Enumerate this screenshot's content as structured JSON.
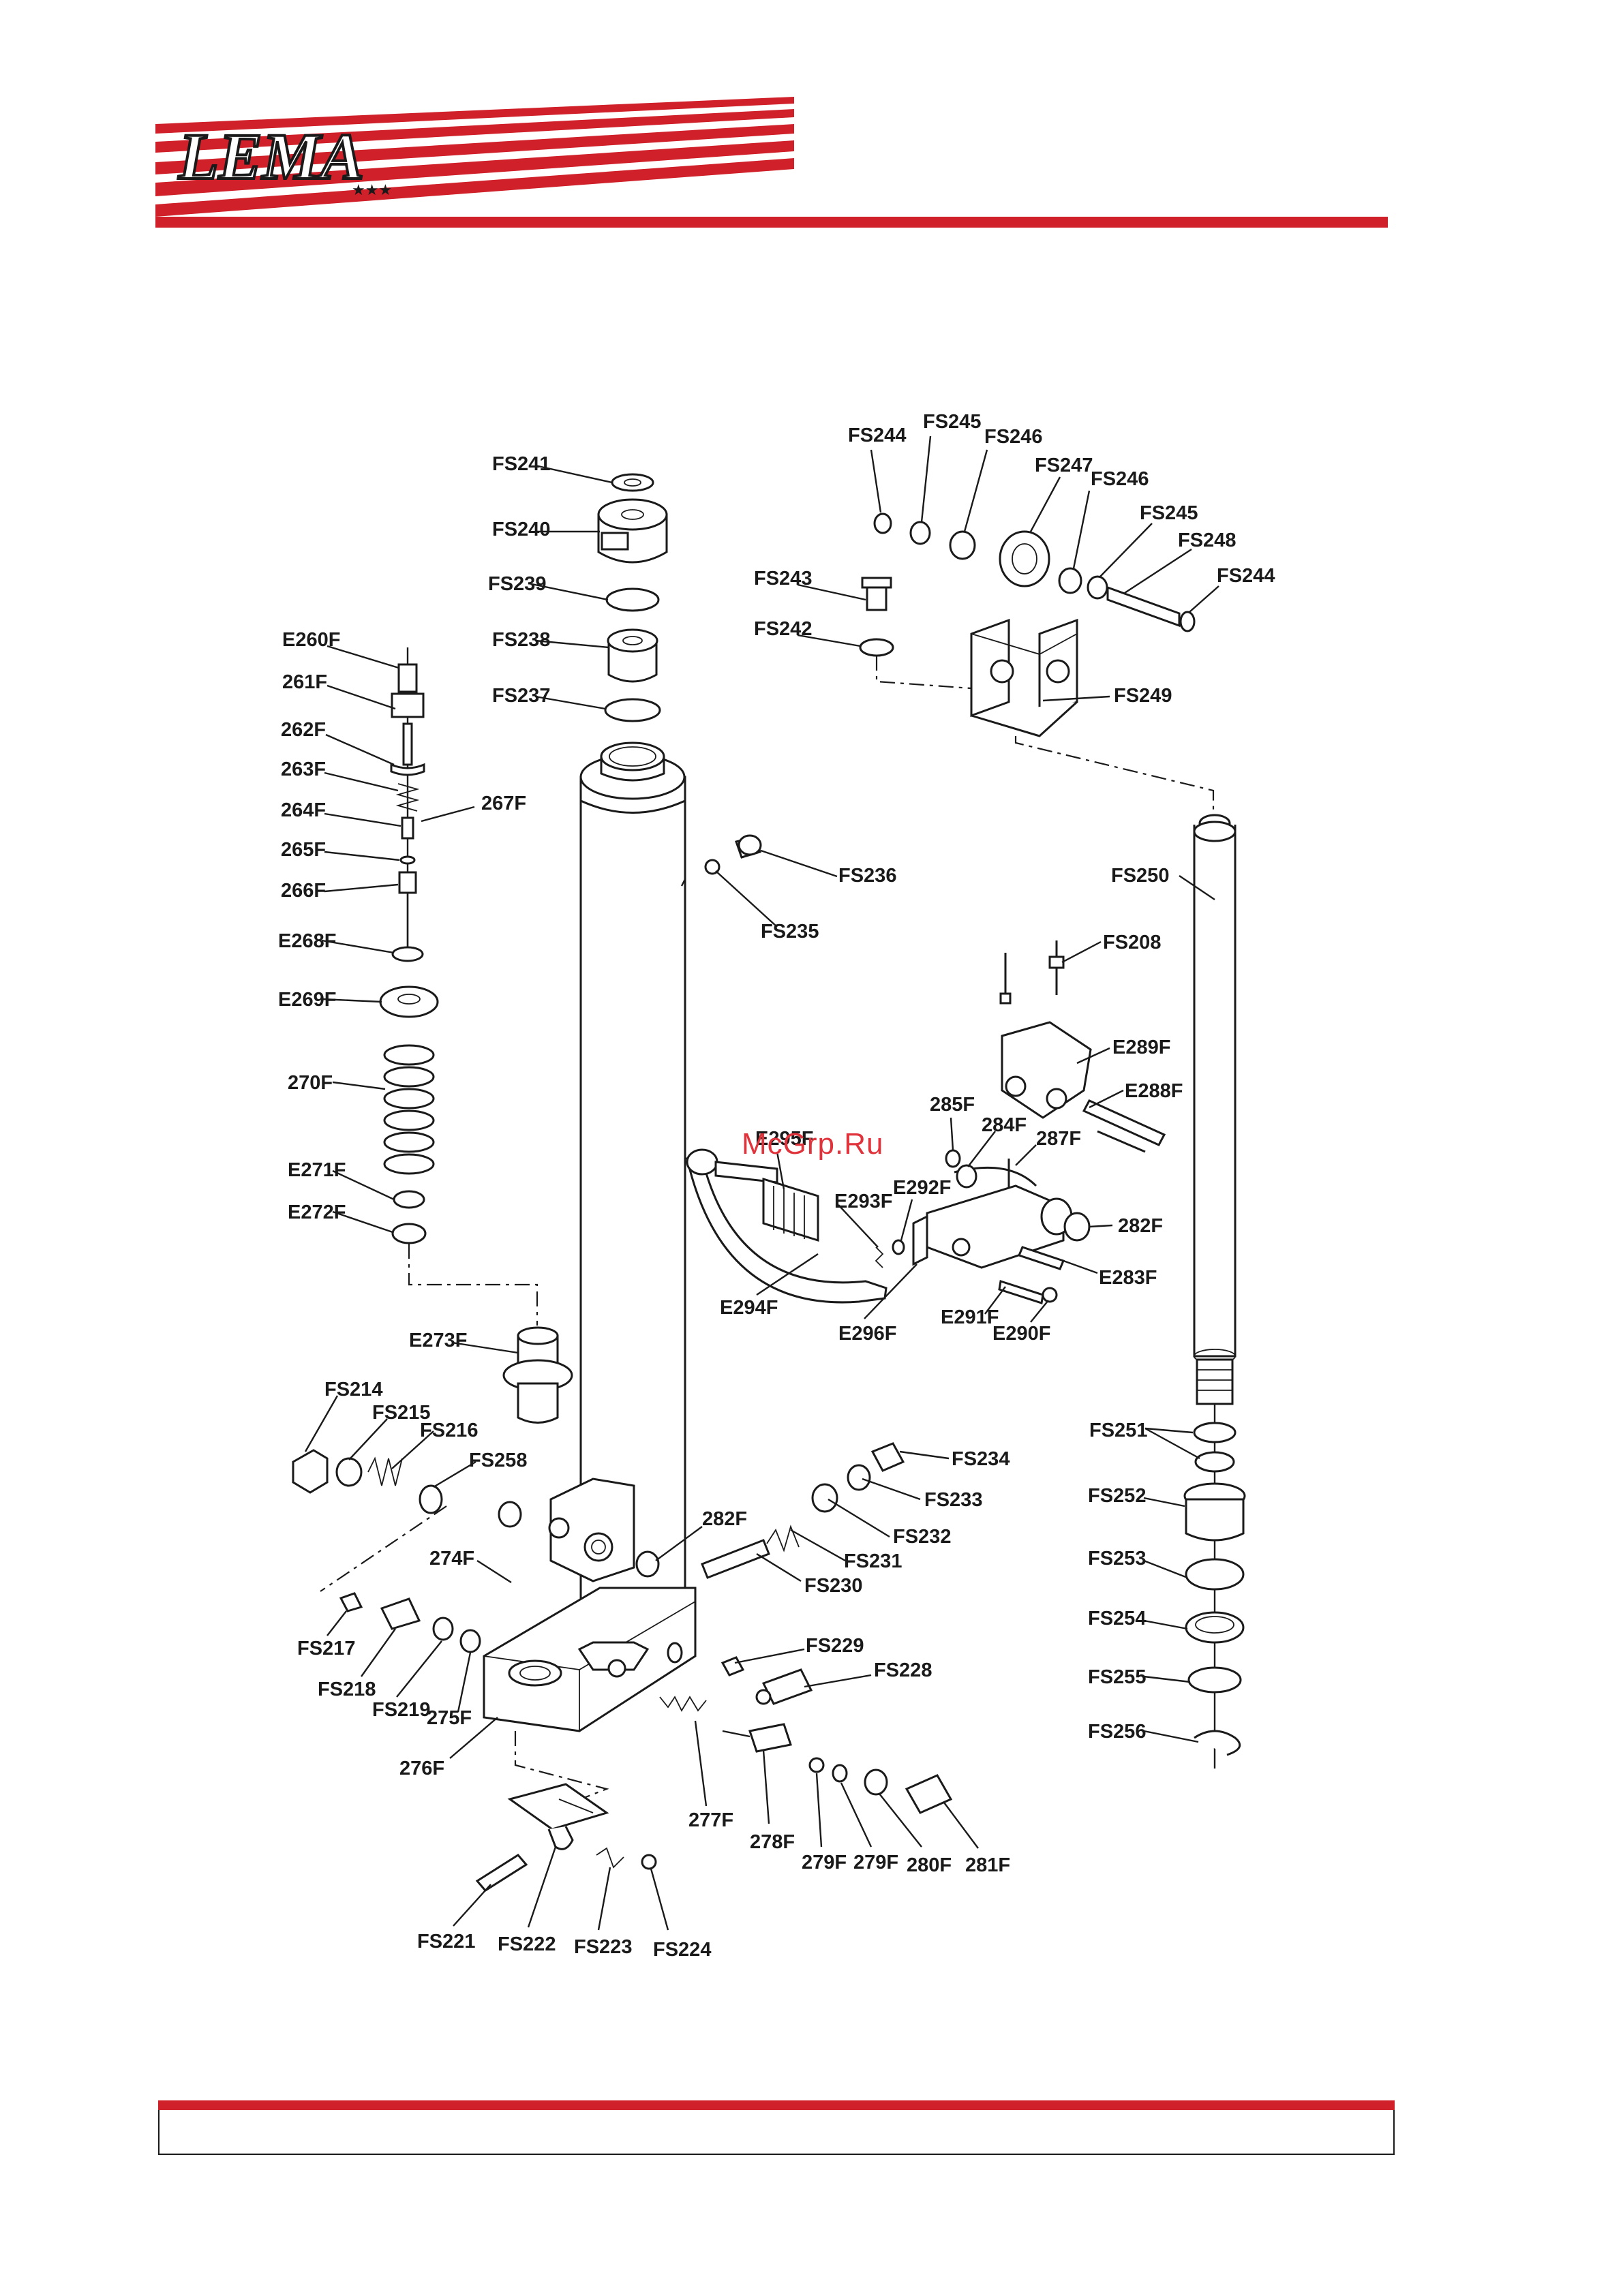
{
  "brand": {
    "name": "LEMA",
    "stars": "★★★",
    "colors": {
      "red": "#d0202a",
      "ink": "#1a1a1a",
      "watermark": "#e0343c"
    }
  },
  "watermark": "McGrp.Ru",
  "labels": {
    "fs241": "FS241",
    "fs240": "FS240",
    "fs239": "FS239",
    "fs238": "FS238",
    "fs237": "FS237",
    "fs244a": "FS244",
    "fs245a": "FS245",
    "fs246a": "FS246",
    "fs247": "FS247",
    "fs246b": "FS246",
    "fs245b": "FS245",
    "fs248": "FS248",
    "fs244b": "FS244",
    "fs243": "FS243",
    "fs242": "FS242",
    "fs249": "FS249",
    "e260f": "E260F",
    "f261": "261F",
    "f262": "262F",
    "f263": "263F",
    "f264": "264F",
    "f265": "265F",
    "f266": "266F",
    "f267": "267F",
    "e268f": "E268F",
    "e269f": "E269F",
    "f270": "270F",
    "e271f": "E271F",
    "e272f": "E272F",
    "e273f": "E273F",
    "fs236": "FS236",
    "fs235": "FS235",
    "fs250": "FS250",
    "fs208": "FS208",
    "e289f": "E289F",
    "e288f": "E288F",
    "f285": "285F",
    "f284": "284F",
    "f287": "287F",
    "e295f": "E295F",
    "e293f": "E293F",
    "e292f": "E292F",
    "f282a": "282F",
    "e294f": "E294F",
    "e283f": "E283F",
    "e296f": "E296F",
    "e291f": "E291F",
    "e290f": "E290F",
    "fs214": "FS214",
    "fs215": "FS215",
    "fs216": "FS216",
    "fs258": "FS258",
    "fs234": "FS234",
    "fs233": "FS233",
    "fs232": "FS232",
    "fs231": "FS231",
    "fs230": "FS230",
    "f282b": "282F",
    "f274": "274F",
    "fs217": "FS217",
    "fs218": "FS218",
    "fs219": "FS219",
    "f275": "275F",
    "f276": "276F",
    "fs229": "FS229",
    "fs228": "FS228",
    "f277": "277F",
    "f278": "278F",
    "f279a": "279F",
    "f279b": "279F",
    "f280": "280F",
    "f281": "281F",
    "fs221": "FS221",
    "fs222": "FS222",
    "fs223": "FS223",
    "fs224": "FS224",
    "fs251": "FS251",
    "fs252": "FS252",
    "fs253": "FS253",
    "fs254": "FS254",
    "fs255": "FS255",
    "fs256": "FS256"
  }
}
